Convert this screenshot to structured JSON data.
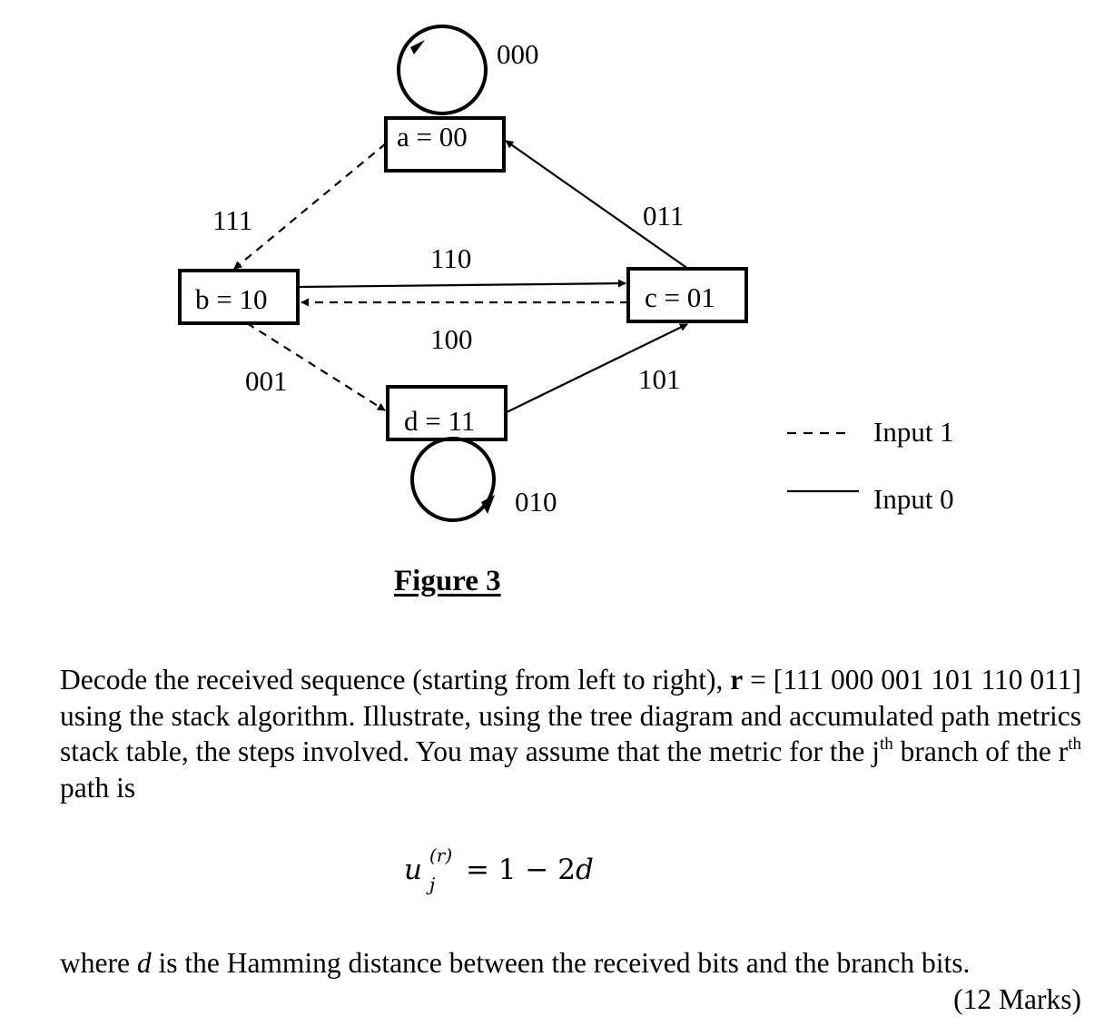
{
  "diagram": {
    "states": {
      "a": "a = 00",
      "b": "b = 10",
      "c": "c = 01",
      "d": "d = 11"
    },
    "transitions": {
      "a_self": "000",
      "a_to_b": "111",
      "c_to_a": "011",
      "b_to_c": "110",
      "c_to_b": "100",
      "b_to_d": "001",
      "d_to_c": "101",
      "d_self": "010"
    },
    "legend": {
      "dashed": "Input 1",
      "solid": "Input 0"
    }
  },
  "caption": "Figure 3",
  "paragraph": {
    "part1": "Decode the received sequence (starting from left to right), ",
    "r_symbol": "r",
    "part2": " = [111 000 001 101 110 011] using the stack algorithm.  Illustrate, using the tree diagram and accumulated path metrics stack table, the steps involved. You may assume that the metric for the j",
    "sup1": "th",
    "part3": " branch of the r",
    "sup2": "th",
    "part4": " path is"
  },
  "formula": {
    "base": "u",
    "superscript": "(r)",
    "subscript": "j",
    "rhs_prefix": "= 1 − 2",
    "rhs_var": "d"
  },
  "where": {
    "prefix": "where ",
    "var": "d",
    "suffix": " is the Hamming distance between the received bits and the branch bits."
  },
  "marks": "(12 Marks)"
}
